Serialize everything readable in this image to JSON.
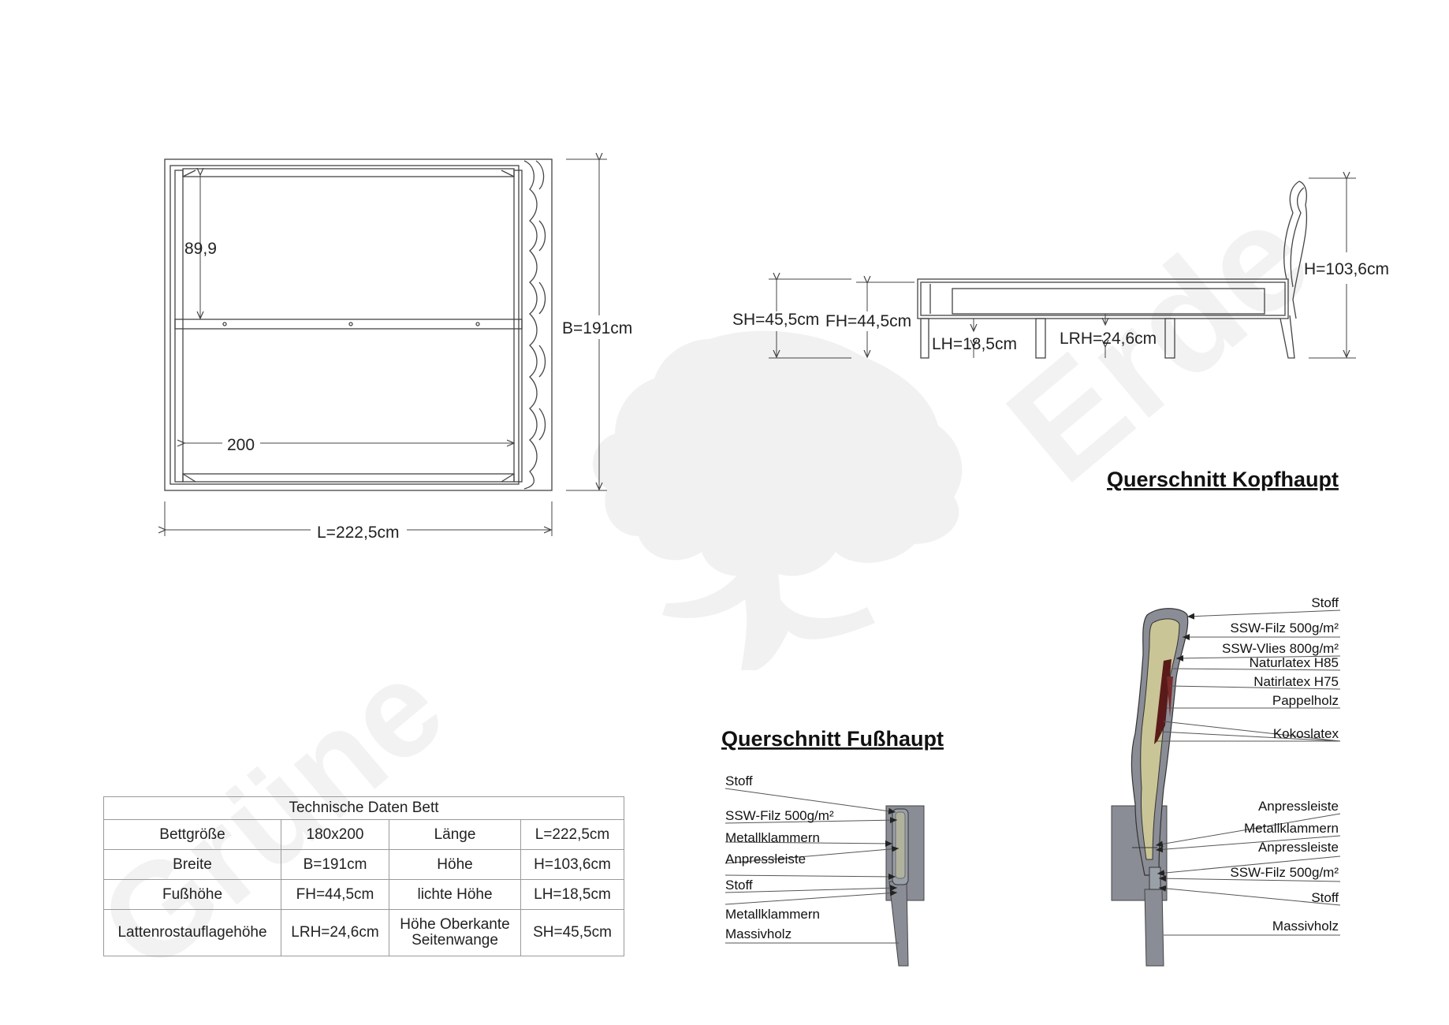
{
  "watermark": {
    "word1": "Grüne",
    "word2": "Erde"
  },
  "top_view": {
    "width_value": "200",
    "depth_value": "89,9",
    "length_label": "L=222,5cm",
    "breadth_label": "B=191cm"
  },
  "side_view": {
    "sh_label": "SH=45,5cm",
    "fh_label": "FH=44,5cm",
    "lh_label": "LH=18,5cm",
    "lrh_label": "LRH=24,6cm",
    "h_label": "H=103,6cm"
  },
  "kopfhaupt": {
    "title": "Querschnitt Kopfhaupt",
    "labels": [
      "Stoff",
      "SSW-Filz 500g/m²",
      "SSW-Vlies 800g/m²",
      "Naturlatex H85",
      "Natirlatex H75",
      "Pappelholz",
      "Kokoslatex",
      "Anpressleiste",
      "Metallklammern",
      "Anpressleiste",
      "SSW-Filz 500g/m²",
      "Stoff",
      "Massivholz"
    ]
  },
  "fusshaupt": {
    "title": "Querschnitt Fußhaupt",
    "labels": [
      "Stoff",
      "SSW-Filz 500g/m²",
      "Metallklammern",
      "Anpressleiste",
      "Stoff",
      "Metallklammern",
      "Massivholz"
    ]
  },
  "table": {
    "title": "Technische Daten Bett",
    "rows": [
      [
        "Bettgröße",
        "180x200",
        "Länge",
        "L=222,5cm"
      ],
      [
        "Breite",
        "B=191cm",
        "Höhe",
        "H=103,6cm"
      ],
      [
        "Fußhöhe",
        "FH=44,5cm",
        "lichte Höhe",
        "LH=18,5cm"
      ],
      [
        "Lattenrostauflagehöhe",
        "LRH=24,6cm",
        "Höhe Oberkante Seitenwange",
        "SH=45,5cm"
      ]
    ]
  },
  "colors": {
    "line": "#444444",
    "wood": "#8a8d95",
    "felt": "#c9c596",
    "latex": "#5a1a1a",
    "watermark": "#f0f0f0"
  }
}
